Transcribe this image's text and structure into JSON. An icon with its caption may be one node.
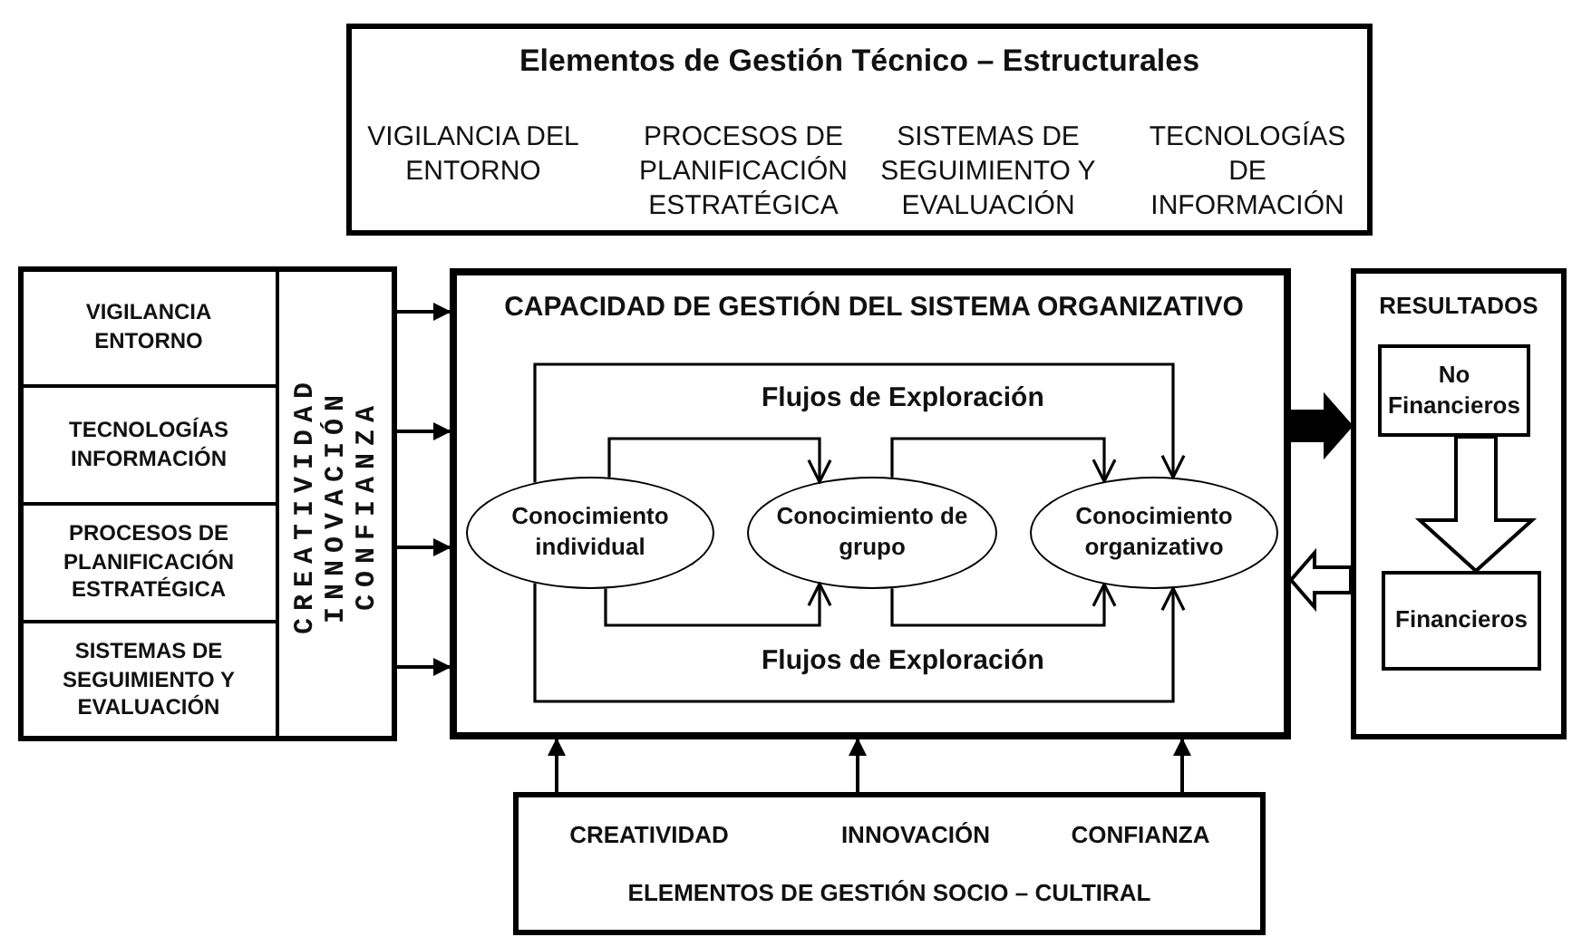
{
  "diagram": {
    "nodes": [
      {
        "text": [
          "Elementos de Gestión Técnico – Estructurales",
          "VIGILANCIA DEL ENTORNO",
          "PROCESOS DE PLANIFICACIÓN ESTRATÉGICA",
          "SISTEMAS DE SEGUIMIENTO Y EVALUACIÓN",
          "TECNOLOGÍAS DE INFORMACIÓN"
        ]
      },
      {
        "text": [
          "VIGILANCIA ENTORNO"
        ]
      },
      {
        "text": [
          "TECNOLOGÍAS INFORMACIÓN"
        ]
      },
      {
        "text": [
          "PROCESOS DE PLANIFICACIÓN ESTRATÉGICA"
        ]
      },
      {
        "text": [
          "SISTEMAS DE SEGUIMIENTO Y EVALUACIÓN"
        ]
      },
      {
        "text": [
          "CREATIVIDAD INNOVACIÓN CONFIANZA"
        ]
      },
      {
        "text": [
          "CAPACIDAD DE GESTIÓN DEL SISTEMA ORGANIZATIVO"
        ]
      },
      {
        "text": [
          "Conocimiento individual"
        ],
        "in": 6
      },
      {
        "text": [
          "Conocimiento de grupo"
        ],
        "in": 6
      },
      {
        "text": [
          "Conocimiento organizativo"
        ],
        "in": 6
      },
      {
        "text": [
          "RESULTADOS"
        ]
      },
      {
        "text": [
          "No Financieros"
        ],
        "in": 10
      },
      {
        "text": [
          "Financieros"
        ],
        "in": 10
      },
      {
        "text": [
          "CREATIVIDAD",
          "INNOVACIÓN",
          "CONFIANZA",
          "ELEMENTOS DE GESTIÓN SOCIO – CULTIRAL"
        ]
      }
    ],
    "edges": [
      {
        "from": 5,
        "to": 6,
        "arrow": "to"
      },
      {
        "from": 5,
        "to": 6,
        "arrow": "to"
      },
      {
        "from": 5,
        "to": 6,
        "arrow": "to"
      },
      {
        "from": 5,
        "to": 6,
        "arrow": "to"
      },
      {
        "from": 7,
        "to": 8,
        "arrow": "to"
      },
      {
        "from": 8,
        "to": 9,
        "arrow": "to"
      },
      {
        "from": 7,
        "to": 9,
        "arrow": "to",
        "label": "Flujos de Exploración"
      },
      {
        "from": 7,
        "to": 8,
        "arrow": "to"
      },
      {
        "from": 8,
        "to": 9,
        "arrow": "to"
      },
      {
        "from": 7,
        "to": 9,
        "arrow": "to",
        "label": "Flujos de Exploración"
      },
      {
        "from": 6,
        "to": 10,
        "arrow": "to",
        "style": "thick"
      },
      {
        "from": 10,
        "to": 6,
        "arrow": "to"
      },
      {
        "from": 11,
        "to": 12,
        "arrow": "to"
      },
      {
        "from": 13,
        "to": 6,
        "arrow": "to"
      },
      {
        "from": 13,
        "to": 6,
        "arrow": "to"
      },
      {
        "from": 13,
        "to": 6,
        "arrow": "to"
      }
    ]
  }
}
